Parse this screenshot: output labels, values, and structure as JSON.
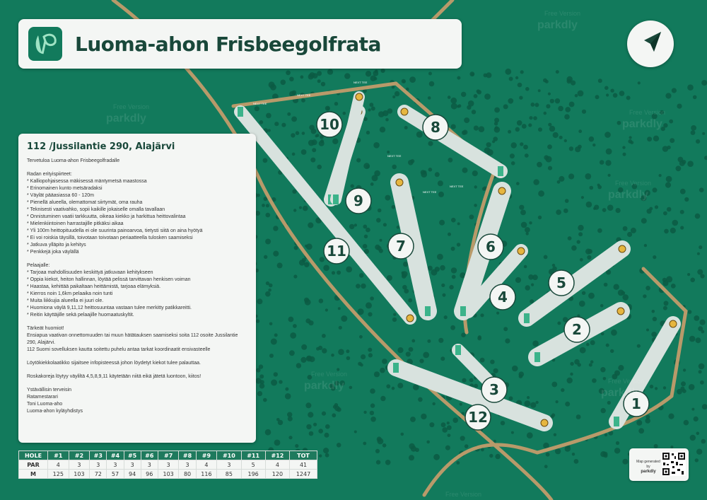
{
  "title": "Luoma-ahon Frisbeegolfrata",
  "watermark": [
    "parkdly",
    "Free Version"
  ],
  "info": {
    "heading": "112 /Jussilantie 290, Alajärvi",
    "welcome": "Tervetuloa Luoma-ahon Frisbeegolfradalle",
    "features_title": "Radan erityispiirteet:",
    "features": [
      "Kalliopohjaisessa mäkisessä mäntymetsä maastossa",
      "Erinomainen kunto metsäradaksi",
      "Väylät pääasiassa 60 - 120m",
      "Pienellä alueella, olemattomat siirtymät, oma rauha",
      "Teknisesti vaativahko, sopii kaikille jokaiselle omalla tavallaan",
      "Onnistuminen vaatii tarkkuutta, oikeaa kiekko ja harkittua heittovalintaa",
      "Mielenkiintoinen harrastajille pitkäksi aikaa",
      "Yli 100m heittopituudella ei ole suurinta painoarvoa, tietysti siitä on aina hyötyä",
      "Ei voi roiskia täysillä, toivotaan toivotaan periaatteella tulosken saamiseksi",
      "Jatkuva ylläpito ja kehitys",
      "Penkkejä joka väylällä"
    ],
    "players_title": "Pelaajalle:",
    "players": [
      "Tarjoaa mahdollisuuden keskittyä jatkuvaan kehitykseen",
      "Oppia kiekot, heiton hallinnan, löytää pelissä tarvittavan henkisen voiman",
      "Haastaa, kehittää paikaltaan heittämistä, tarjoaa elämyksiä.",
      "Kierros noin 1,6km pelaaika noin tunti",
      "Muita liikkujia alueella ei juuri ole.",
      "Huomiona väylä 9,11,12 heittosuuntaa vastaan tulee merkitty patikkareitti.",
      "Reitin käyttäjille sekä pelaajille huomaatuskyltit."
    ],
    "notes": [
      "Tärkeät huomiot!",
      "Ensiapua vaativan onnettomuuden tai muun hätätauksen saamiseksi soita 112 osoite Jussilantie 290, Alajärvi.",
      "112 Suomi sovelluksen kautta soitettu puhelu antaa tarkat koordinaatit ensivasteelle"
    ],
    "lost": "Löytökiekkolaatikko sijaitsee infopisteessä johon löydetyt kiekot tulee palauttaa.",
    "trash": "Roskakoreja löytyy väyliltä 4,5,8,9,11 käytetään niitä eikä jätetä luontoon, kiitos!",
    "signature": [
      "Ystävällisin terveisin",
      "Ratamestarari",
      "Toni Luoma-aho",
      "Luoma-ahon kyläyhdistys"
    ]
  },
  "scorecard": {
    "header": [
      "HOLE",
      "#1",
      "#2",
      "#3",
      "#4",
      "#5",
      "#6",
      "#7",
      "#8",
      "#9",
      "#10",
      "#11",
      "#12",
      "TOT"
    ],
    "par": [
      "PAR",
      "4",
      "3",
      "3",
      "3",
      "3",
      "3",
      "3",
      "3",
      "4",
      "3",
      "5",
      "4",
      "41"
    ],
    "meters": [
      "M",
      "125",
      "103",
      "72",
      "57",
      "94",
      "96",
      "103",
      "80",
      "116",
      "85",
      "196",
      "120",
      "1247"
    ]
  },
  "holes": [
    "1",
    "2",
    "3",
    "4",
    "5",
    "6",
    "7",
    "8",
    "9",
    "10",
    "11",
    "12"
  ],
  "sign_label": "NEXT TEE",
  "qr_caption": [
    "Map generated by",
    "parkdly"
  ],
  "colors": {
    "background": "#127a5c",
    "fairway": "#d8e2de",
    "panel": "#f4f6f4",
    "title_text": "#19483a",
    "path": "#b89a6a",
    "tree": "#0c5a43",
    "tee": "#3bb38a"
  },
  "icons": [
    "parkdly-logo-icon",
    "compass-north-arrow-icon",
    "basket-icon",
    "qr-code-icon"
  ]
}
